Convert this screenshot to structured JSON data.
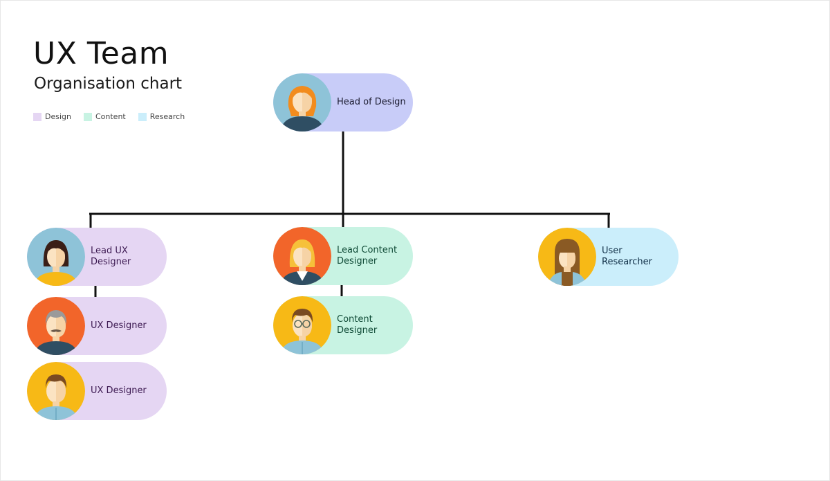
{
  "header": {
    "title": "UX Team",
    "subtitle": "Organisation chart"
  },
  "legend": [
    {
      "label": "Design",
      "color": "#e5d6f3"
    },
    {
      "label": "Content",
      "color": "#c8f3e3"
    },
    {
      "label": "Research",
      "color": "#cbeefb"
    }
  ],
  "colors": {
    "head": "#c8ccf8",
    "design": "#e5d6f3",
    "content": "#c8f3e3",
    "research": "#cbeefb",
    "connector": "#111111"
  },
  "nodes": {
    "head_of_design": {
      "title": "Head of Design",
      "avatar": "woman-orange-hair-icon"
    },
    "lead_ux_designer": {
      "title": "Lead UX Designer",
      "avatar": "woman-dark-hair-icon"
    },
    "ux_designer_1": {
      "title": "UX Designer",
      "avatar": "man-grey-hair-moustache-icon"
    },
    "ux_designer_2": {
      "title": "UX Designer",
      "avatar": "man-brown-hair-icon"
    },
    "lead_content_designer": {
      "title": "Lead Content Designer",
      "avatar": "woman-blonde-hair-icon"
    },
    "content_designer": {
      "title": "Content Designer",
      "avatar": "man-glasses-icon"
    },
    "user_researcher": {
      "title": "User Researcher",
      "avatar": "woman-long-hair-icon"
    }
  }
}
